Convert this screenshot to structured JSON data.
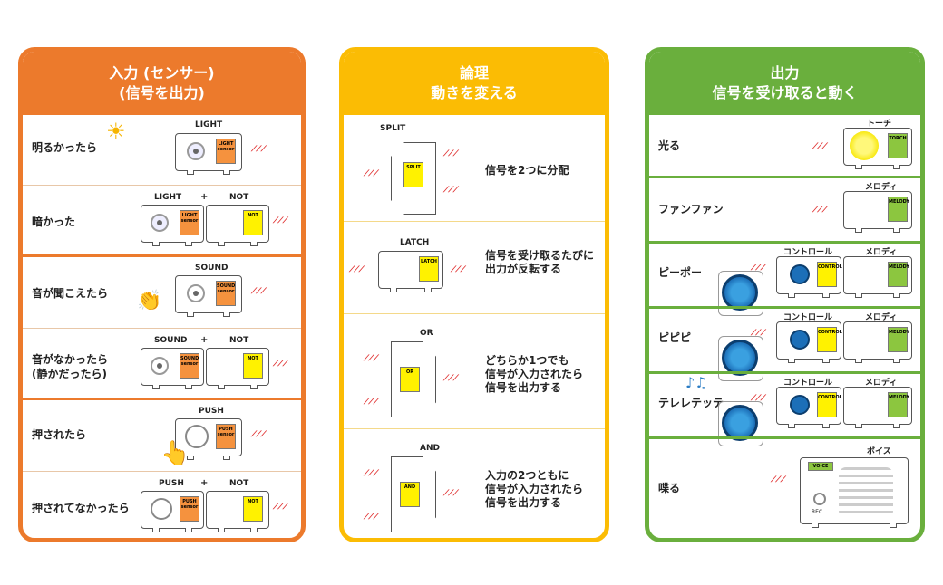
{
  "input": {
    "title": "入力 (センサー)",
    "subtitle": "(信号を出力)",
    "rows": [
      {
        "label": "明るかったら",
        "modules": [
          "LIGHT"
        ],
        "tags": [
          "LIGHT sensor"
        ]
      },
      {
        "label": "暗かった",
        "modules": [
          "LIGHT",
          "NOT"
        ],
        "plus": "+"
      },
      {
        "label": "音が聞こえたら",
        "modules": [
          "SOUND"
        ]
      },
      {
        "label": "音がなかったら\n(静かだったら)",
        "modules": [
          "SOUND",
          "NOT"
        ],
        "plus": "+"
      },
      {
        "label": "押されたら",
        "modules": [
          "PUSH"
        ]
      },
      {
        "label": "押されてなかったら",
        "modules": [
          "PUSH",
          "NOT"
        ],
        "plus": "+"
      }
    ],
    "tag_light": "LIGHT sensor",
    "tag_sound": "SOUND sensor",
    "tag_push": "PUSH sensor",
    "tag_not": "NOT"
  },
  "logic": {
    "title": "論理",
    "subtitle": "動きを変える",
    "rows": [
      {
        "name": "SPLIT",
        "text": "信号を2つに分配"
      },
      {
        "name": "LATCH",
        "text": "信号を受け取るたびに\n出力が反転する"
      },
      {
        "name": "OR",
        "text": "どちらか1つでも\n信号が入力されたら\n信号を出力する"
      },
      {
        "name": "AND",
        "text": "入力の2つともに\n信号が入力されたら\n信号を出力する"
      }
    ]
  },
  "output": {
    "title": "出力",
    "subtitle": "信号を受け取ると動く",
    "rows": [
      {
        "label": "光る",
        "module": "トーチ",
        "tag": "TORCH"
      },
      {
        "label": "ファンファン",
        "module": "メロディ",
        "tag": "MELODY"
      },
      {
        "label": "ピーポー",
        "module": "メロディ",
        "control": "コントロール",
        "tag": "MELODY"
      },
      {
        "label": "ピピピ",
        "module": "メロディ",
        "control": "コントロール",
        "tag": "MELODY"
      },
      {
        "label": "テレレテッテ",
        "module": "メロディ",
        "control": "コントロール",
        "tag": "MELODY"
      },
      {
        "label": "喋る",
        "module": "ボイス",
        "tag": "VOICE",
        "rec": "REC"
      }
    ],
    "control_tag": "CONTROL"
  },
  "colors": {
    "input": "#ec7a2c",
    "logic": "#fbbc04",
    "output": "#6aaf3d",
    "signal": "#e03030"
  }
}
